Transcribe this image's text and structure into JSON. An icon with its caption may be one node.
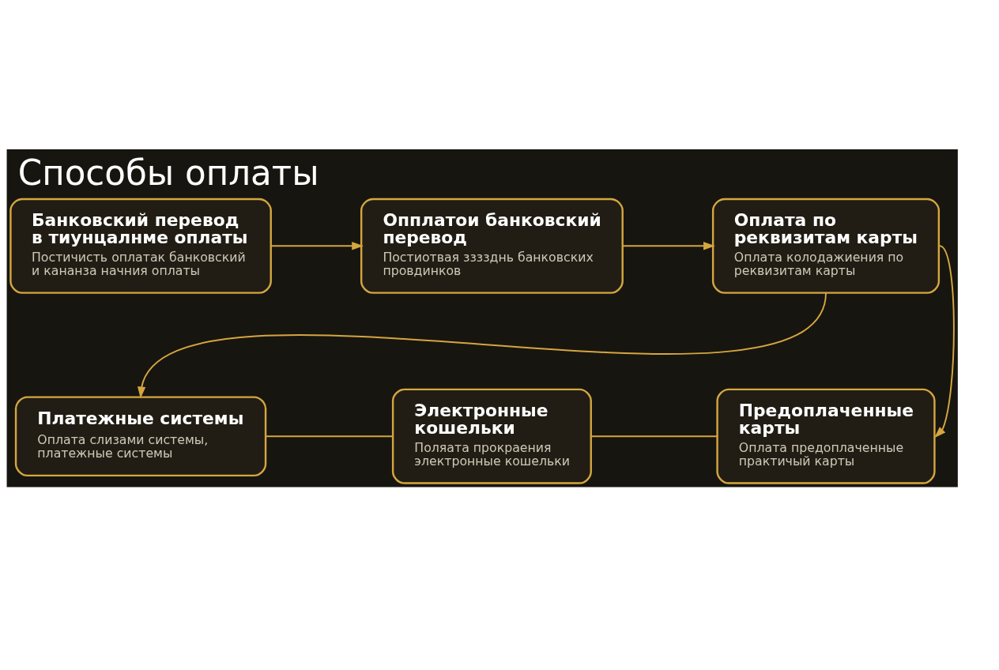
{
  "diagram": {
    "title": "Способы оплаты",
    "nodes": [
      {
        "text": [
          "Банковский перевод в тиунцалнме оплаты",
          "Постичисть оплатак банковский и кананза начния оплаты"
        ]
      },
      {
        "text": [
          "Опплатои банковский перевод",
          "Постиотвая ззззднь банковских провдинков"
        ]
      },
      {
        "text": [
          "Оплата по реквизитам карты",
          "Оплата колодажиения по реквизитам карты"
        ]
      },
      {
        "text": [
          "Платежные системы",
          "Оплата слизами системы, платежные системы"
        ]
      },
      {
        "text": [
          "Электронные кошельки",
          "Поляата прокраения электронные кошельки"
        ]
      },
      {
        "text": [
          "Предоплаченные карты",
          "Оплата предоплаченные практичый карты"
        ]
      }
    ],
    "edges": [
      {
        "from": 0,
        "to": 1,
        "arrow": "to"
      },
      {
        "from": 1,
        "to": 2,
        "arrow": "to"
      },
      {
        "from": 2,
        "to": 3,
        "arrow": "to"
      },
      {
        "from": 2,
        "to": 5,
        "arrow": "to"
      },
      {
        "from": 3,
        "to": 4,
        "arrow": "none"
      },
      {
        "from": 4,
        "to": 5,
        "arrow": "none"
      }
    ]
  }
}
